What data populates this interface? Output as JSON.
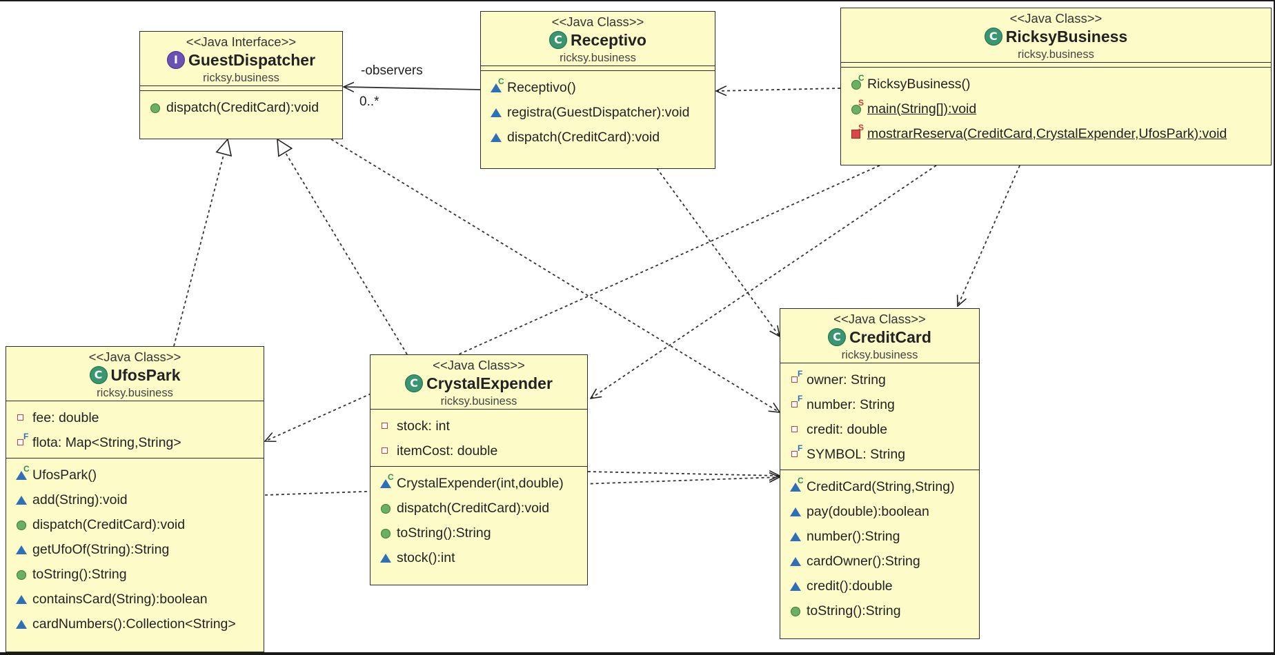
{
  "classes": {
    "guest_dispatcher": {
      "stereotype": "<<Java Interface>>",
      "name": "GuestDispatcher",
      "package": "ricksy.business",
      "methods": [
        "dispatch(CreditCard):void"
      ]
    },
    "receptivo": {
      "stereotype": "<<Java Class>>",
      "name": "Receptivo",
      "package": "ricksy.business",
      "methods": [
        "Receptivo()",
        "registra(GuestDispatcher):void",
        "dispatch(CreditCard):void"
      ]
    },
    "ricksy_business": {
      "stereotype": "<<Java Class>>",
      "name": "RicksyBusiness",
      "package": "ricksy.business",
      "methods": [
        "RicksyBusiness()",
        "main(String[]):void",
        "mostrarReserva(CreditCard,CrystalExpender,UfosPark):void"
      ]
    },
    "ufos_park": {
      "stereotype": "<<Java Class>>",
      "name": "UfosPark",
      "package": "ricksy.business",
      "fields": [
        "fee: double",
        "flota: Map<String,String>"
      ],
      "methods": [
        "UfosPark()",
        "add(String):void",
        "dispatch(CreditCard):void",
        "getUfoOf(String):String",
        "toString():String",
        "containsCard(String):boolean",
        "cardNumbers():Collection<String>"
      ]
    },
    "crystal_expender": {
      "stereotype": "<<Java Class>>",
      "name": "CrystalExpender",
      "package": "ricksy.business",
      "fields": [
        "stock: int",
        "itemCost: double"
      ],
      "methods": [
        "CrystalExpender(int,double)",
        "dispatch(CreditCard):void",
        "toString():String",
        "stock():int"
      ]
    },
    "credit_card": {
      "stereotype": "<<Java Class>>",
      "name": "CreditCard",
      "package": "ricksy.business",
      "fields": [
        "owner: String",
        "number: String",
        "credit: double",
        "SYMBOL: String"
      ],
      "methods": [
        "CreditCard(String,String)",
        "pay(double):boolean",
        "number():String",
        "cardOwner():String",
        "credit():double",
        "toString():String"
      ]
    }
  },
  "association": {
    "role": "-observers",
    "multiplicity": "0..*"
  },
  "icons": {
    "class": "class-icon",
    "interface": "interface-icon",
    "public": "public-method-icon",
    "package": "package-method-icon",
    "private": "private-field-icon"
  },
  "colors": {
    "box_fill": "#fdfcc8",
    "class_icon": "#3a9670",
    "interface_icon": "#6a52b4",
    "public_marker": "#6ab062",
    "package_marker": "#2f6fb5",
    "private_marker": "#c53a3a"
  }
}
